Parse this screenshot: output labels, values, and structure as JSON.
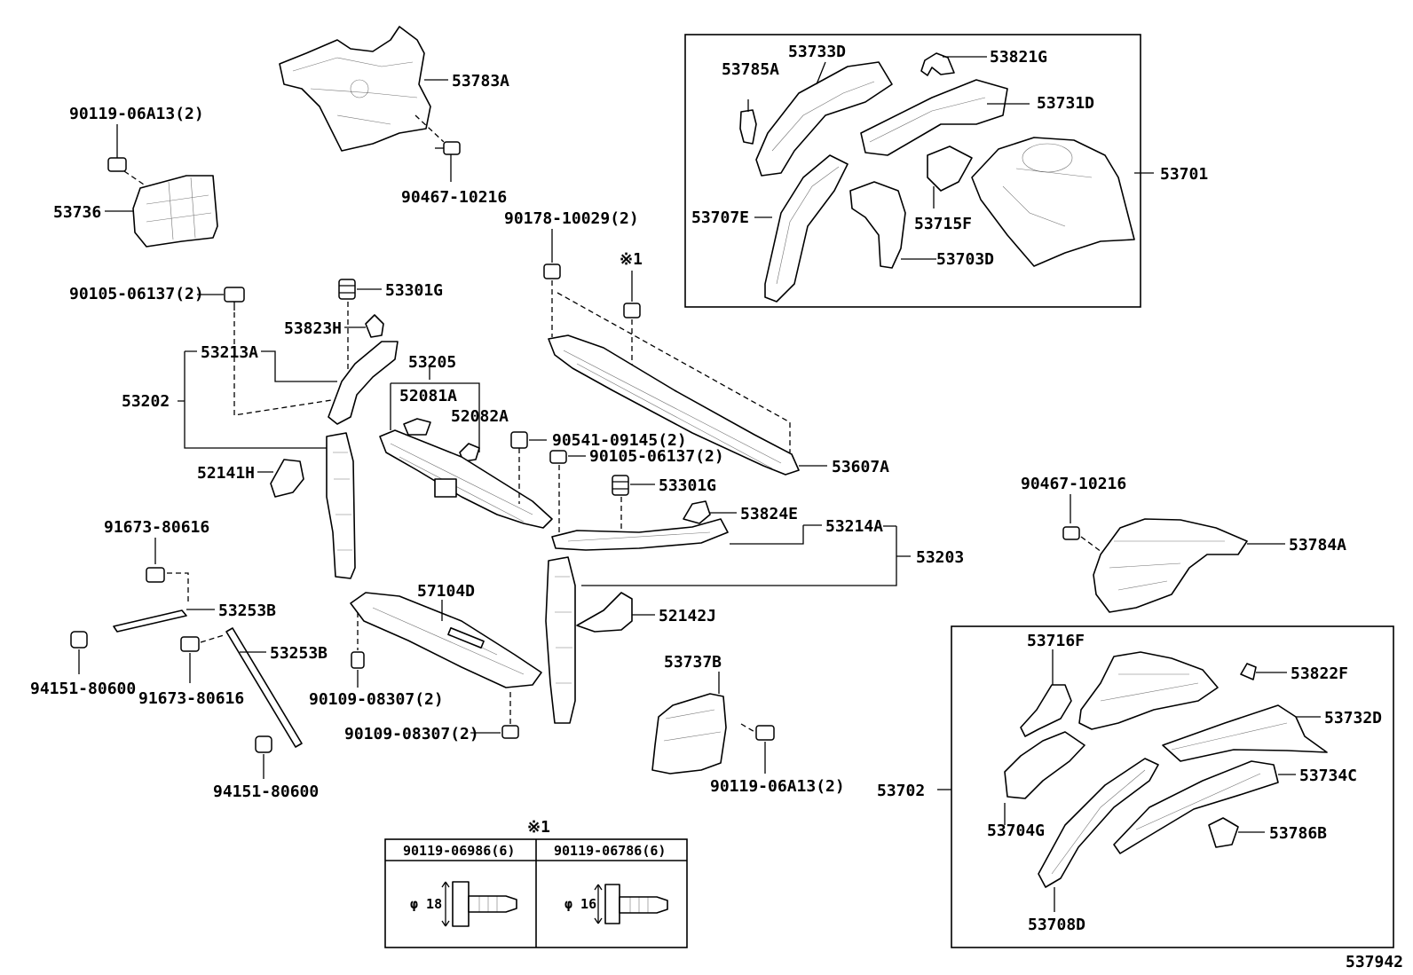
{
  "labels": {
    "l53783A": "53783A",
    "l90119a": "90119-06A13(2)",
    "l53736": "53736",
    "l90467a": "90467-10216",
    "l90178": "90178-10029(2)",
    "l90105a": "90105-06137(2)",
    "l53301Ga": "53301G",
    "l53823H": "53823H",
    "l53213A": "53213A",
    "l53205": "53205",
    "l52081A": "52081A",
    "l52082A": "52082A",
    "l53202": "53202",
    "l52141H": "52141H",
    "l90541": "90541-09145(2)",
    "l90105b": "90105-06137(2)",
    "l53301Gb": "53301G",
    "l53607A": "53607A",
    "l53824E": "53824E",
    "l53214A": "53214A",
    "l53203": "53203",
    "l91673a": "91673-80616",
    "l53253Ba": "53253B",
    "l57104D": "57104D",
    "l52142J": "52142J",
    "l94151a": "94151-80600",
    "l91673b": "91673-80616",
    "l53253Bb": "53253B",
    "l90109a": "90109-08307(2)",
    "l53737B": "53737B",
    "l90109b": "90109-08307(2)",
    "l90119b": "90119-06A13(2)",
    "l94151b": "94151-80600",
    "l53785A": "53785A",
    "l53733D": "53733D",
    "l53821G": "53821G",
    "l53731D": "53731D",
    "l53701": "53701",
    "l53707E": "53707E",
    "l53715F": "53715F",
    "l53703D": "53703D",
    "l90467b": "90467-10216",
    "l53784A": "53784A",
    "l53716F": "53716F",
    "l53822F": "53822F",
    "l53732D": "53732D",
    "l53702": "53702",
    "l53734C": "53734C",
    "l53704G": "53704G",
    "l53786B": "53786B",
    "l53708D": "53708D",
    "note_mark": "※1",
    "table_mark": "※1",
    "table_col1": "90119-06986(6)",
    "table_col2": "90119-06786(6)",
    "table_dia1": "φ 18",
    "table_dia2": "φ 16",
    "diagram_id": "537942"
  }
}
